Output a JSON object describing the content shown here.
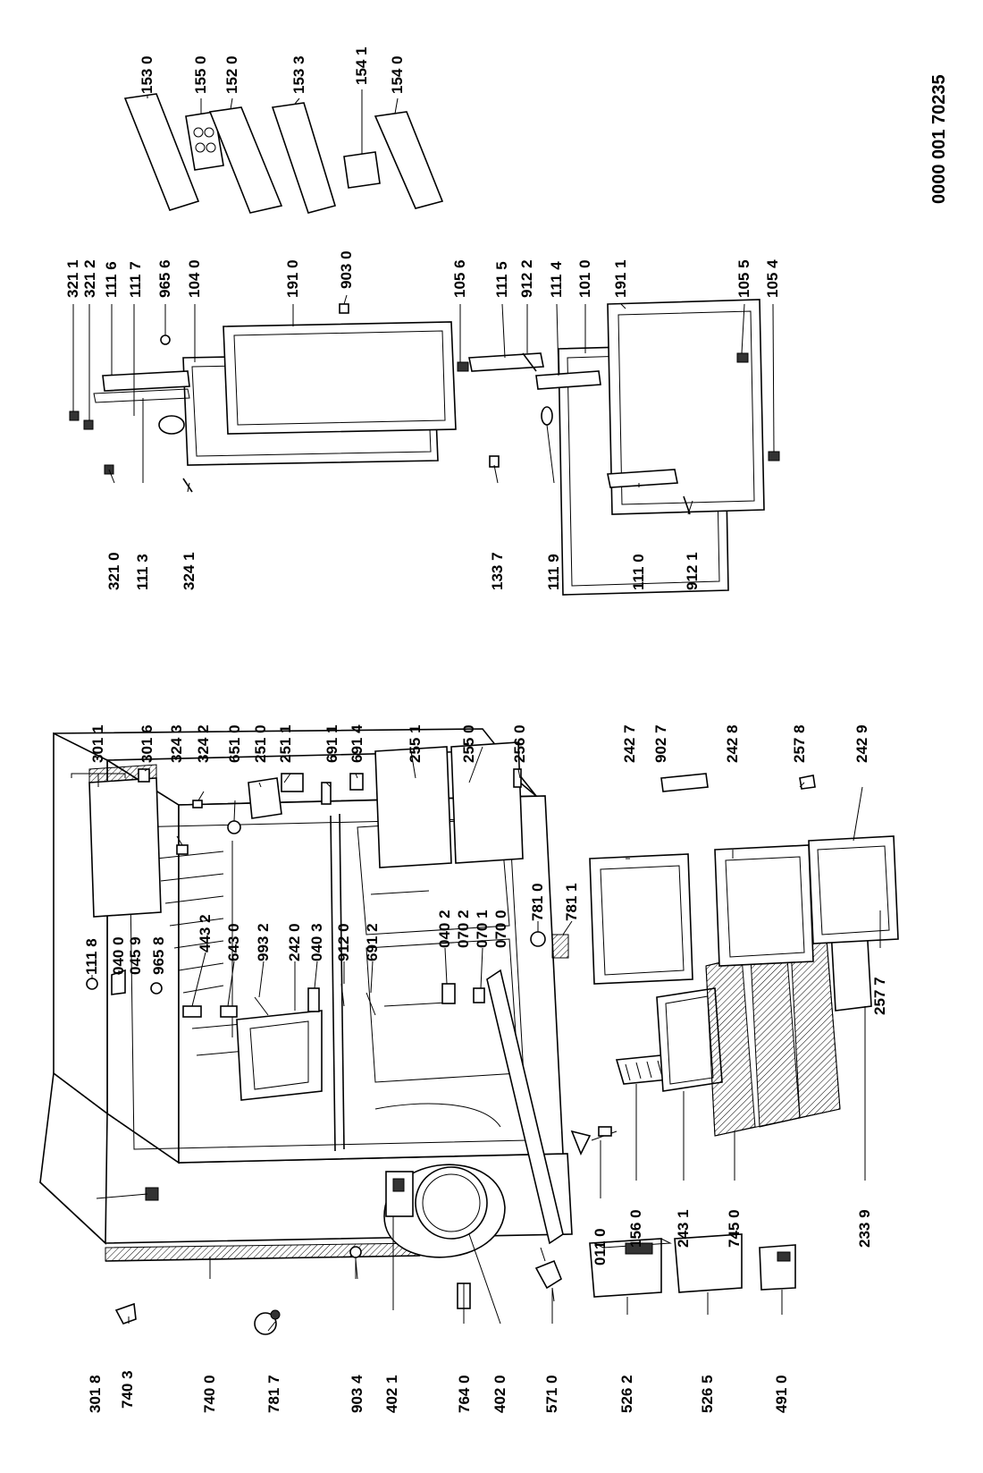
{
  "document": {
    "number": "0000 001 70235"
  },
  "left_column": [
    "301 8",
    "740 3",
    "740 0",
    "781 7",
    "903 4",
    "402 1",
    "764 0",
    "402 0",
    "571 0",
    "526 2",
    "526 5",
    "491 0"
  ],
  "center_column": [
    "011 0",
    "156 0",
    "243 1",
    "745 0",
    "233 9",
    "257 7"
  ],
  "top_center_labels": [
    "111 8",
    "040 0",
    "045 9",
    "965 8",
    "443 2",
    "643 0",
    "993 2",
    "242 0",
    "040 3",
    "912 0",
    "691 2",
    "040 2",
    "070 2",
    "070 1",
    "070 0",
    "781 0",
    "781 1"
  ],
  "right_of_cabinet_labels": [
    "301 1",
    "301 6",
    "324 3",
    "324 2",
    "651 0",
    "251 0",
    "251 1",
    "691 1",
    "691 4",
    "255 1",
    "255 0",
    "256 0",
    "242 7",
    "902 7",
    "242 8",
    "257 8",
    "242 9"
  ],
  "door_left_column": [
    "321 0",
    "111 3",
    "324 1",
    "133 7",
    "111 9",
    "111 0",
    "912 1"
  ],
  "door_top_labels": [
    "321 1",
    "321 2",
    "111 6",
    "111 7",
    "965 6",
    "104 0",
    "191 0",
    "903 0",
    "105 6",
    "111 5",
    "912 2",
    "111 4",
    "101 0",
    "191 1",
    "105 5",
    "105 4"
  ],
  "door_shelf_labels": [
    "153 0",
    "155 0",
    "152 0",
    "153 3",
    "154 1",
    "154 0"
  ]
}
